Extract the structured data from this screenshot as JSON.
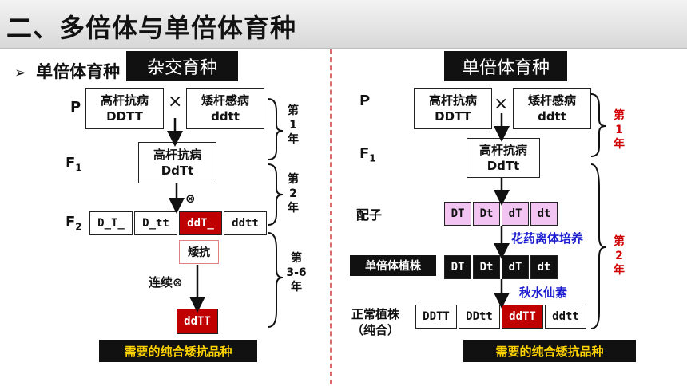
{
  "slide": {
    "title": "二、多倍体与单倍体育种",
    "subtitle_arrow": "➢",
    "subtitle": "单倍体育种"
  },
  "left": {
    "method_label": "杂交育种",
    "gen_p": "P",
    "gen_f1": "F",
    "gen_f1_sub": "1",
    "gen_f2": "F",
    "gen_f2_sub": "2",
    "cross_symbol": "×",
    "self_symbol": "⊗",
    "parent1": {
      "name": "高杆抗病",
      "genotype": "DDTT"
    },
    "parent2": {
      "name": "矮杆感病",
      "genotype": "ddtt"
    },
    "f1": {
      "name": "高杆抗病",
      "genotype": "DdTt"
    },
    "f2_boxes": [
      "D_T_",
      "D_tt",
      "ddT_",
      "ddtt"
    ],
    "selected": "矮抗",
    "continuous_self": "连续⊗",
    "final": "ddTT",
    "year1": [
      "第",
      "1",
      "年"
    ],
    "year2": [
      "第",
      "2",
      "年"
    ],
    "year3": [
      "第",
      "3-6",
      "年"
    ],
    "result": "需要的纯合矮抗品种"
  },
  "right": {
    "method_label": "单倍体育种",
    "gen_p": "P",
    "gen_f1": "F",
    "gen_f1_sub": "1",
    "cross_symbol": "×",
    "parent1": {
      "name": "高杆抗病",
      "genotype": "DDTT"
    },
    "parent2": {
      "name": "矮杆感病",
      "genotype": "ddtt"
    },
    "f1": {
      "name": "高杆抗病",
      "genotype": "DdTt"
    },
    "gamete_label": "配子",
    "gametes": [
      "DT",
      "Dt",
      "dT",
      "dt"
    ],
    "anther_culture": "花药离体培养",
    "haploid_label": "单倍体植株",
    "haploids": [
      "DT",
      "Dt",
      "dT",
      "dt"
    ],
    "colchicine": "秋水仙素",
    "normal_label_1": "正常植株",
    "normal_label_2": "（纯合）",
    "normals": [
      "DDTT",
      "DDtt",
      "ddTT",
      "ddtt"
    ],
    "year1": [
      "第",
      "1",
      "年"
    ],
    "year2": [
      "第",
      "2",
      "年"
    ],
    "result": "需要的纯合矮抗品种"
  },
  "colors": {
    "highlight_red": "#c00000",
    "gamete_pink": "#f2c4f2",
    "label_blue": "#1a1ad1",
    "result_text_yellow": "#ffd400",
    "year_red": "#d10000",
    "divider_red": "#d96b6b"
  }
}
